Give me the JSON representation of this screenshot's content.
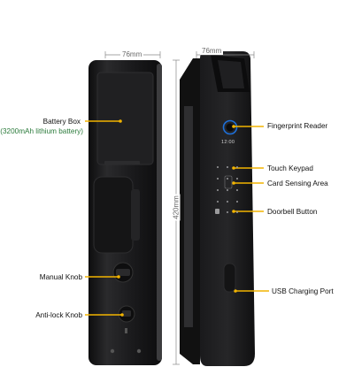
{
  "dimensions": {
    "back_width": "76mm",
    "front_width": "76mm",
    "height": "420mm"
  },
  "display": {
    "time": "12:00"
  },
  "callouts": {
    "battery_box": "Battery Box",
    "battery_spec": "(3200mAh lithium battery)",
    "manual_knob": "Manual Knob",
    "anti_lock_knob": "Anti-lock Knob",
    "fingerprint_reader": "Fingerprint Reader",
    "touch_keypad": "Touch Keypad",
    "card_sensing_area": "Card Sensing Area",
    "doorbell_button": "Doorbell Button",
    "usb_charging_port": "USB Charging Port"
  },
  "colors": {
    "leader_line": "#f2b400",
    "lock_body": "#1b1b1d",
    "fingerprint_ring": "#1e6fd8",
    "spec_text": "#2a7a3a"
  }
}
